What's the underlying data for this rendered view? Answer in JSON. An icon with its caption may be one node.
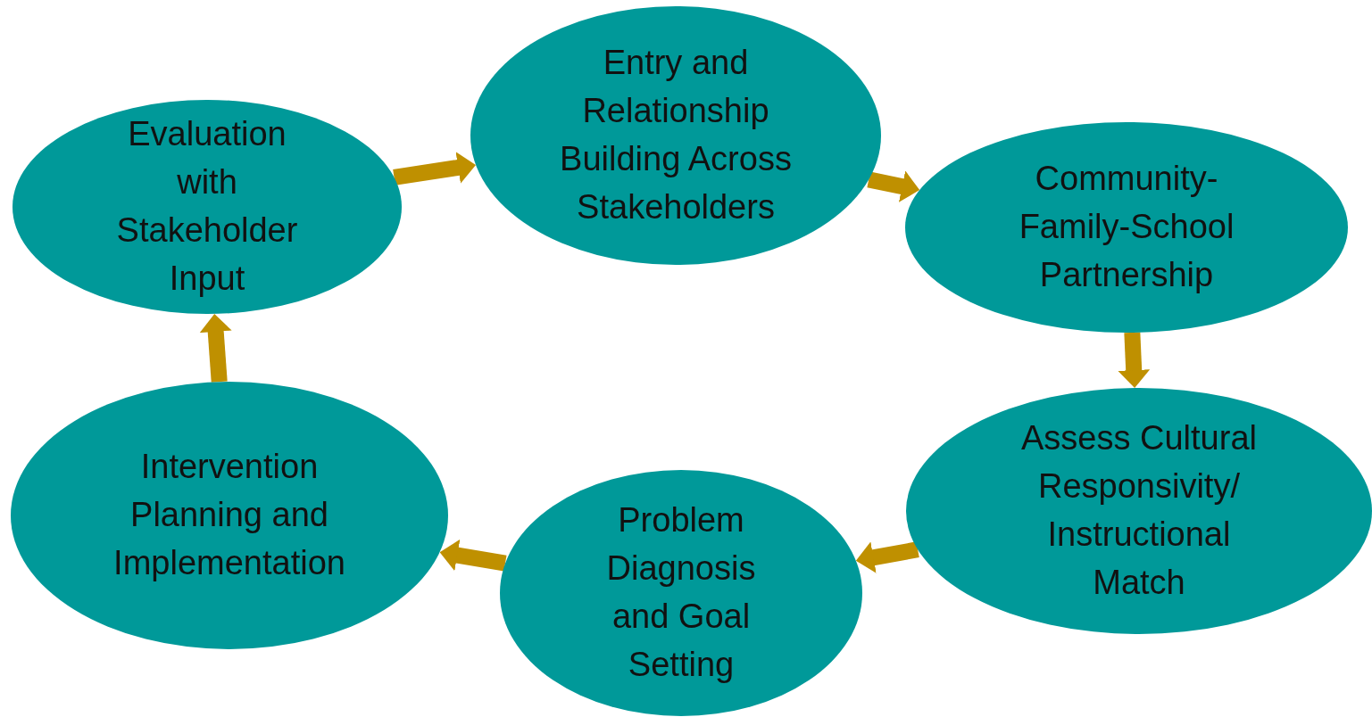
{
  "diagram": {
    "nodes": [
      {
        "text": [
          "Evaluation with Stakeholder Input"
        ]
      },
      {
        "text": [
          "Entry and Relationship Building Across Stakeholders"
        ]
      },
      {
        "text": [
          "Community-Family-School Partnership"
        ]
      },
      {
        "text": [
          "Assess Cultural Responsivity/ Instructional Match"
        ]
      },
      {
        "text": [
          "Problem Diagnosis and Goal Setting"
        ]
      },
      {
        "text": [
          "Intervention Planning and Implementation"
        ]
      }
    ],
    "edges": [
      {
        "from": 0,
        "to": 1,
        "arrow": "to"
      },
      {
        "from": 1,
        "to": 2,
        "arrow": "to"
      },
      {
        "from": 2,
        "to": 3,
        "arrow": "to"
      },
      {
        "from": 3,
        "to": 4,
        "arrow": "to"
      },
      {
        "from": 4,
        "to": 5,
        "arrow": "to"
      },
      {
        "from": 5,
        "to": 0,
        "arrow": "to"
      }
    ]
  }
}
